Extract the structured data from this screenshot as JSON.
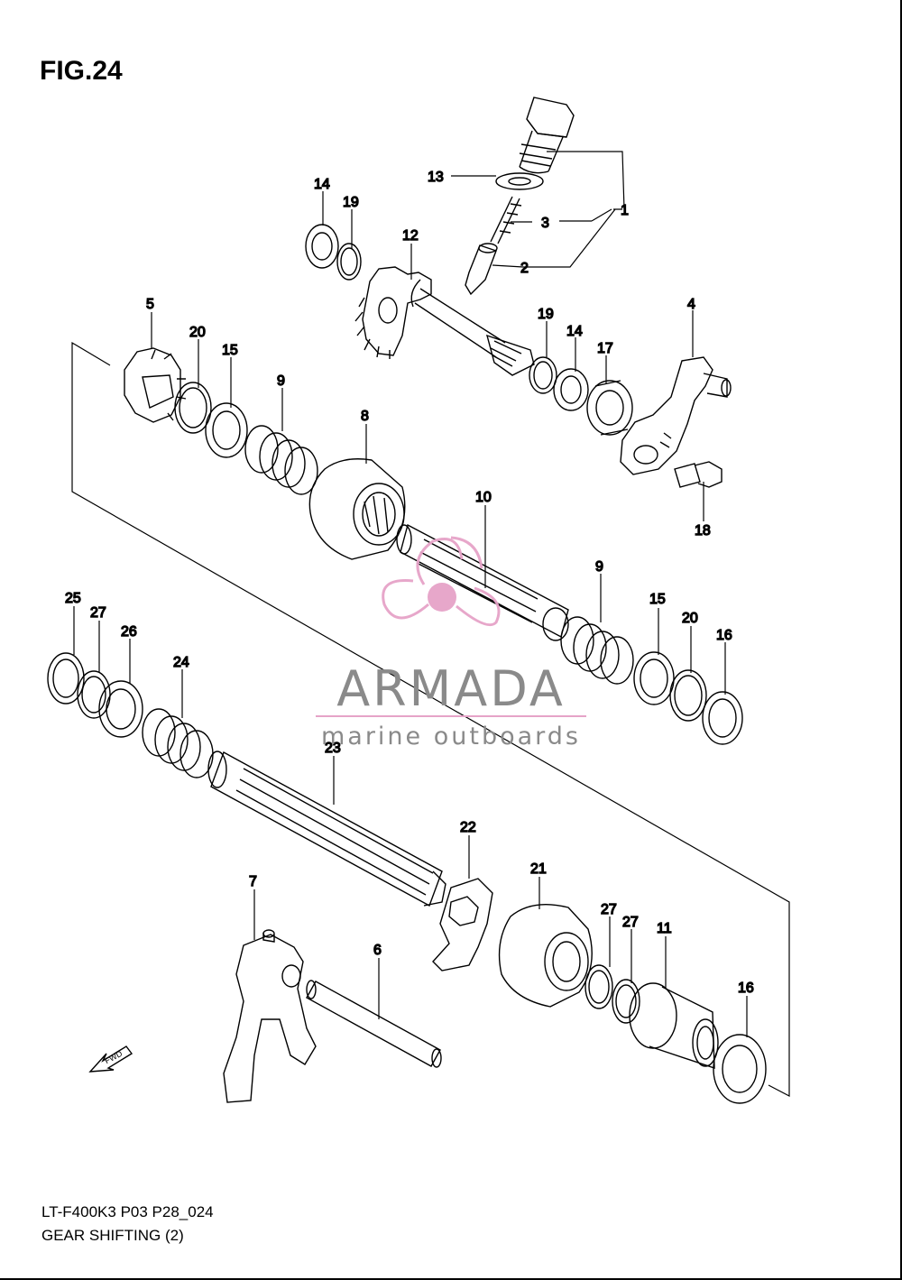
{
  "title": "FIG.24",
  "footer": {
    "code": "LT-F400K3 P03 P28_024",
    "name": "GEAR SHIFTING (2)"
  },
  "watermark": {
    "brand": "ARMADA",
    "tagline": "marine outboards",
    "accent_color": "#e6a3c8",
    "text_color": "#8a8a8a"
  },
  "fwd_label": "FWD",
  "callouts": [
    "1",
    "2",
    "3",
    "4",
    "5",
    "6",
    "7",
    "8",
    "9",
    "9",
    "10",
    "11",
    "12",
    "13",
    "14",
    "14",
    "15",
    "15",
    "16",
    "16",
    "17",
    "18",
    "19",
    "19",
    "20",
    "20",
    "21",
    "22",
    "23",
    "24",
    "25",
    "26",
    "27",
    "27",
    "27"
  ]
}
